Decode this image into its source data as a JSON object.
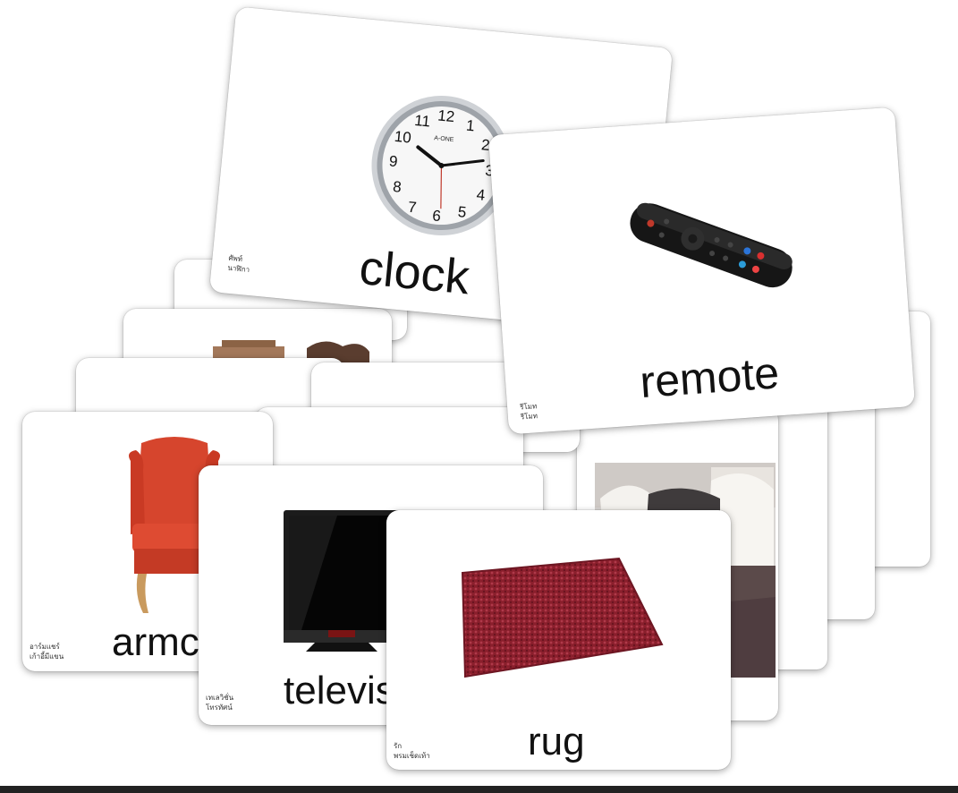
{
  "cards": {
    "clock": {
      "word": "clock",
      "thai_line1": "ศัพท์",
      "thai_line2": "นาฬิกา",
      "brand": "A-ONE"
    },
    "remote": {
      "word": "remote",
      "thai_line1": "รีโมท",
      "thai_line2": "รีโมท"
    },
    "armchair": {
      "word": "armc",
      "thai_line1": "อาร์มแชร์",
      "thai_line2": "เก้าอี้มีแขน"
    },
    "television": {
      "word": "televis",
      "thai_line1": "เทเลวิชั่น",
      "thai_line2": "โทรทัศน์"
    },
    "rug": {
      "word": "rug",
      "thai_line1": "รัก",
      "thai_line2": "พรมเช็ดเท้า"
    }
  },
  "clock_numbers": [
    "12",
    "1",
    "2",
    "3",
    "4",
    "5",
    "6",
    "7",
    "8",
    "9",
    "10",
    "11"
  ]
}
